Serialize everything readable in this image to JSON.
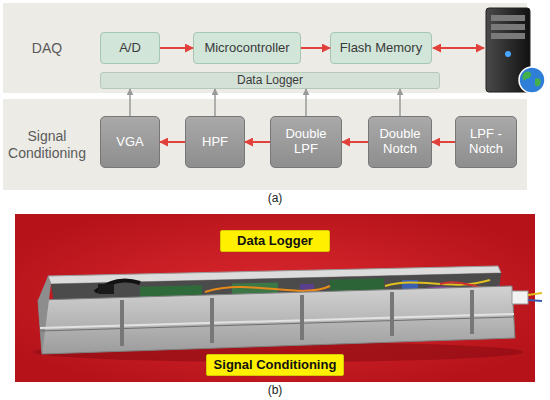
{
  "diagram": {
    "nodes": [
      {
        "text": [
          "DAQ"
        ]
      },
      {
        "text": [
          "A/D"
        ],
        "in": 0
      },
      {
        "text": [
          "Microcontroller"
        ],
        "in": 0
      },
      {
        "text": [
          "Flash Memory"
        ],
        "in": 0
      },
      {
        "text": [
          "Data Logger"
        ],
        "in": 0
      },
      {
        "text": [
          "Signal Conditioning"
        ]
      },
      {
        "text": [
          "VGA"
        ],
        "in": 5
      },
      {
        "text": [
          "HPF"
        ],
        "in": 5
      },
      {
        "text": [
          "Double LPF"
        ],
        "in": 5
      },
      {
        "text": [
          "Double Notch"
        ],
        "in": 5
      },
      {
        "text": [
          "LPF - Notch"
        ],
        "in": 5
      },
      {
        "text": [
          "Data Logger"
        ]
      },
      {
        "text": [
          "Signal Conditioning"
        ]
      }
    ],
    "edges": [
      {
        "from": 1,
        "to": 2,
        "arrow": "to"
      },
      {
        "from": 2,
        "to": 3,
        "arrow": "to"
      },
      {
        "from": 10,
        "to": 9,
        "arrow": "to"
      },
      {
        "from": 9,
        "to": 8,
        "arrow": "to"
      },
      {
        "from": 8,
        "to": 7,
        "arrow": "to"
      },
      {
        "from": 7,
        "to": 6,
        "arrow": "to"
      },
      {
        "from": 6,
        "to": 4,
        "arrow": "to"
      },
      {
        "from": 7,
        "to": 4,
        "arrow": "to"
      },
      {
        "from": 8,
        "to": 4,
        "arrow": "to"
      },
      {
        "from": 9,
        "to": 4,
        "arrow": "to"
      }
    ],
    "labels": [
      "(a)",
      "(b)"
    ]
  }
}
